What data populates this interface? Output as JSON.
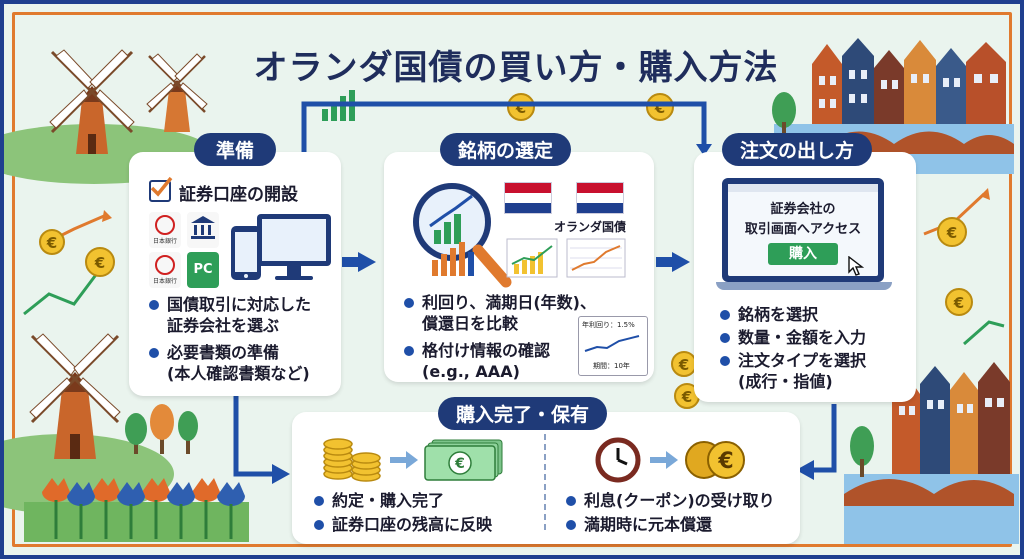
{
  "title": "オランダ国債の買い方・購入方法",
  "step1": {
    "label": "準備",
    "checkbox_label": "証券口座の開設",
    "icon_labels": [
      "日本銀行",
      "日本銀行",
      "PC"
    ],
    "bullets": [
      {
        "line1": "国債取引に対応した",
        "line2": "証券会社を選ぶ"
      },
      {
        "line1": "必要書類の準備",
        "line2": "(本人確認書類など)"
      }
    ]
  },
  "step2": {
    "label": "銘柄の選定",
    "flag_caption": "オランダ国債",
    "bullets": [
      {
        "line1": "利回り、満期日(年数)、",
        "line2": "償還日を比較"
      },
      {
        "line1": "格付け情報の確認",
        "line2": "(e.g., AAA)"
      }
    ],
    "card_yield": "年利回り：1.5%",
    "card_term": "期間：10年"
  },
  "step3": {
    "label": "注文の出し方",
    "screen_line1": "証券会社の",
    "screen_line2": "取引画面へアクセス",
    "buy_button": "購入",
    "bullets": [
      {
        "line1": "銘柄を選択",
        "line2": ""
      },
      {
        "line1": "数量・金額を入力",
        "line2": ""
      },
      {
        "line1": "注文タイプを選択",
        "line2": "(成行・指値)"
      }
    ]
  },
  "step4": {
    "label": "購入完了・保有",
    "left_bullets": [
      {
        "line1": "約定・購入完了",
        "line2": ""
      },
      {
        "line1": "証券口座の残高に反映",
        "line2": ""
      }
    ],
    "right_bullets": [
      {
        "line1": "利息(クーポン)の受け取り",
        "line2": ""
      },
      {
        "line1": "満期時に元本償還",
        "line2": ""
      }
    ]
  },
  "colors": {
    "navy": "#1f3a78",
    "orange": "#e07a2e",
    "green": "#2e9e58",
    "gold": "#f2c230"
  }
}
